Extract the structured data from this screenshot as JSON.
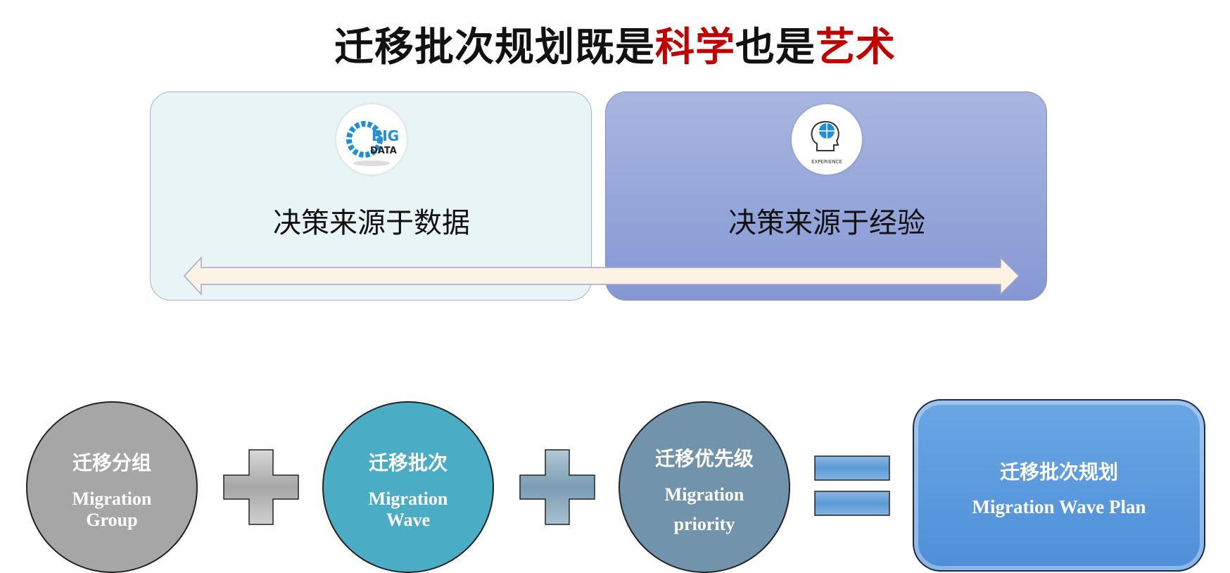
{
  "title": {
    "part1": "迁移批次规划既是",
    "part2": "科学",
    "part3": "也是",
    "part4": "艺术"
  },
  "panels": {
    "left": {
      "label": "决策来源于数据",
      "icon": "big-data-icon",
      "icon_text": [
        "BIG",
        "DATA"
      ]
    },
    "right": {
      "label": "决策来源于经验",
      "icon": "experience-icon",
      "icon_text": "EXPERIENCE"
    }
  },
  "formula": {
    "items": [
      {
        "zh": "迁移分组",
        "en1": "Migration",
        "en2": "Group",
        "color": "#a6a6a6"
      },
      {
        "zh": "迁移批次",
        "en1": "Migration",
        "en2": "Wave",
        "color": "#4bacc6"
      },
      {
        "zh": "迁移优先级",
        "en1": "Migration",
        "en2": "priority",
        "color": "#7194ac"
      }
    ],
    "result": {
      "zh": "迁移批次规划",
      "en": "Migration Wave  Plan",
      "color": "#5b9bd5"
    }
  },
  "colors": {
    "accent_red": "#c00000"
  }
}
